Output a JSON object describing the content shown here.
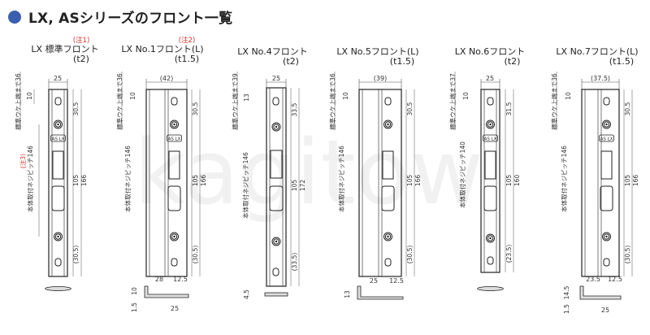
{
  "heading": "LX, ASシリーズのフロント一覧",
  "watermark": "kagitow",
  "plates": [
    {
      "title": "LX 標準フロント",
      "thick": "(t2)",
      "note": "(注1)",
      "top_label": "25",
      "side_label": "標準ウケ上端まで36",
      "left_note": "(注3)",
      "pitch_label": "本体取付ネジピッチ146",
      "dims": [
        "10",
        "30.5",
        "105",
        "166",
        "(30.5)"
      ],
      "bottom": []
    },
    {
      "title": "LX No.1フロント(L)",
      "thick": "(t1.5)",
      "note": "(注2)",
      "top_label": "(42)",
      "side_label": "標準ウケ上端まで36",
      "pitch_label": "本体取付ネジピッチ146",
      "dims": [
        "10",
        "30.5",
        "105",
        "166",
        "(30.5)"
      ],
      "bottom": [
        "28",
        "12.5",
        "10",
        "1.5",
        "25"
      ]
    },
    {
      "title": "LX No.4フロント",
      "thick": "(t2)",
      "note": "",
      "top_label": "25",
      "side_label": "標準ウケ上端まで39",
      "pitch_label": "本体取付ネジピッチ146",
      "dims": [
        "13",
        "33.5",
        "105",
        "172",
        "(33.5)"
      ],
      "bottom": [
        "4.5"
      ]
    },
    {
      "title": "LX No.5フロント(L)",
      "thick": "(t1.5)",
      "note": "",
      "top_label": "(39)",
      "side_label": "標準ウケ上端まで36",
      "pitch_label": "本体取付ネジピッチ146",
      "dims": [
        "10",
        "30.5",
        "105",
        "166",
        "(30.5)"
      ],
      "bottom": [
        "25",
        "12.5",
        "13"
      ]
    },
    {
      "title": "LX No.6フロント",
      "thick": "(t2)",
      "note": "",
      "top_label": "25",
      "side_label": "標準ウケ上端まで37",
      "pitch_label": "本体取付ネジピッチ140",
      "dims": [
        "10",
        "31.5",
        "105",
        "160",
        "(23.5)"
      ],
      "bottom": []
    },
    {
      "title": "LX No.7フロント(L)",
      "thick": "(t1.5)",
      "note": "",
      "top_label": "(37.5)",
      "side_label": "標準ウケ上端まで36",
      "pitch_label": "本体取付ネジピッチ146",
      "dims": [
        "10",
        "30.5",
        "105",
        "166",
        "(30.5)"
      ],
      "bottom": [
        "23.5",
        "12.5",
        "14.5",
        "1.5",
        "25"
      ]
    }
  ],
  "stamp_text": "AS LX"
}
